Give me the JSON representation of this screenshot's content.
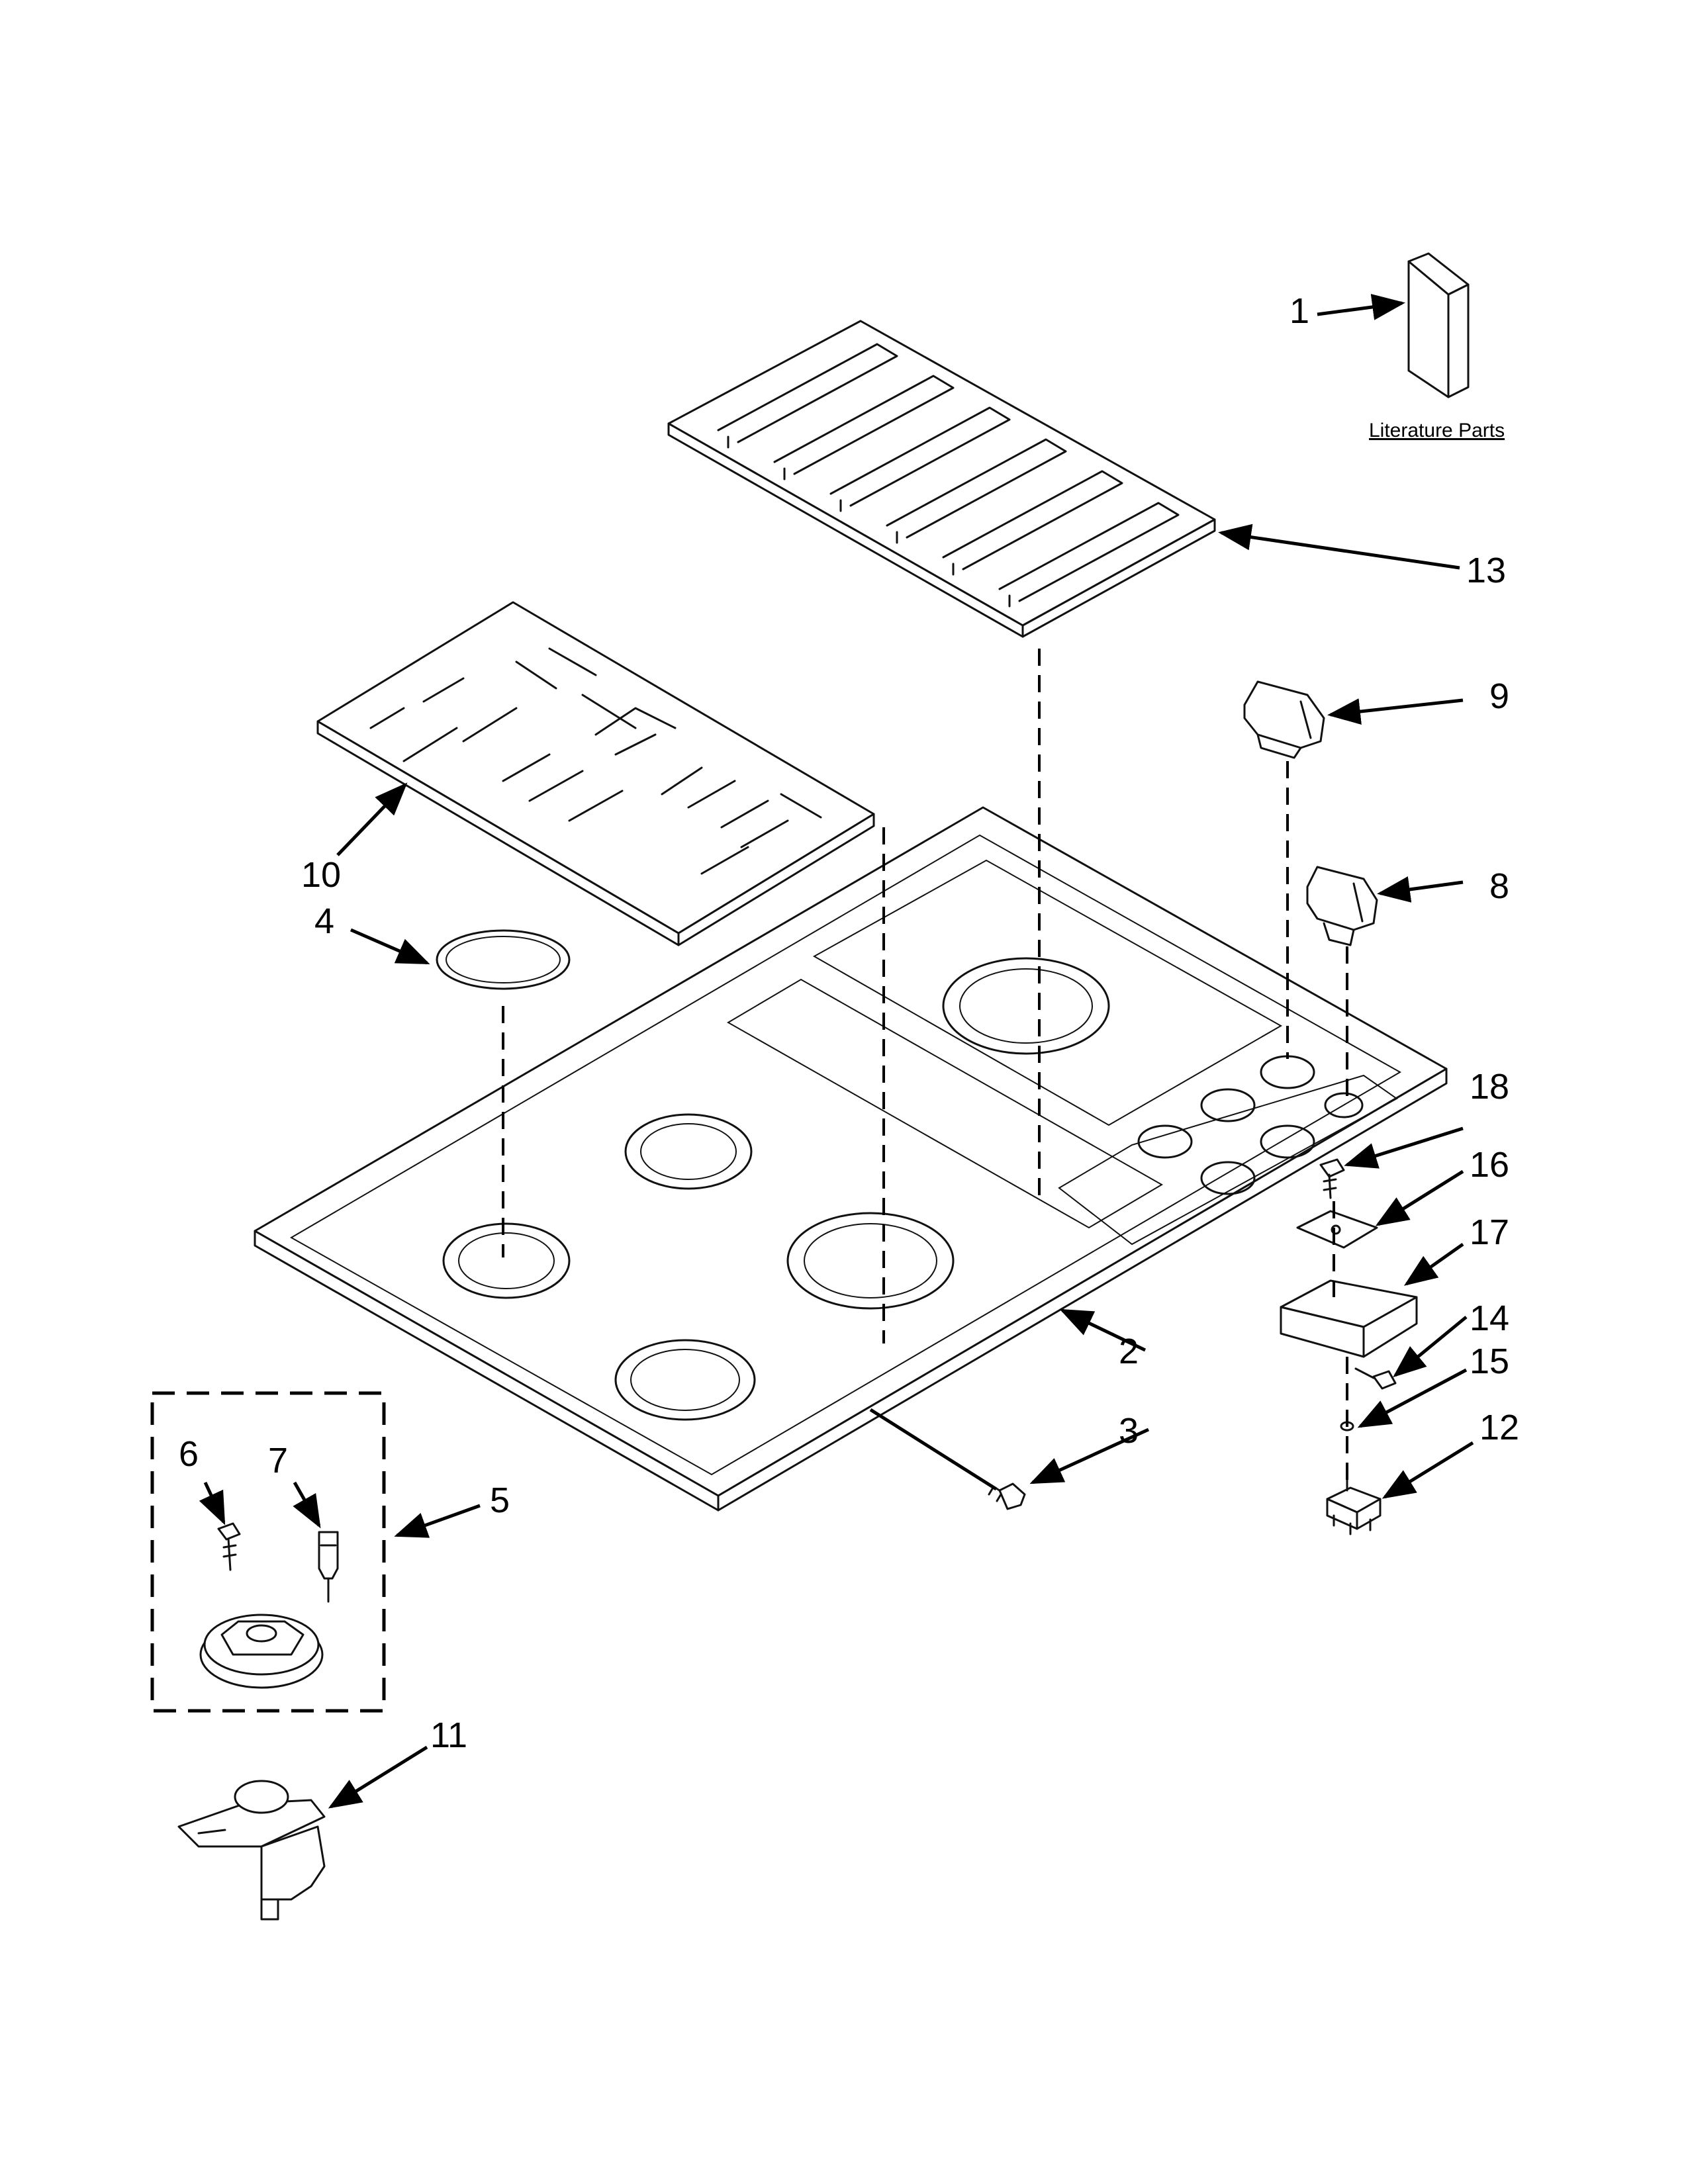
{
  "literature": {
    "caption": "Literature Parts"
  },
  "callouts": [
    {
      "id": "c1",
      "text": "1"
    },
    {
      "id": "c2",
      "text": "2"
    },
    {
      "id": "c3",
      "text": "3"
    },
    {
      "id": "c4",
      "text": "4"
    },
    {
      "id": "c5",
      "text": "5"
    },
    {
      "id": "c6",
      "text": "6"
    },
    {
      "id": "c7",
      "text": "7"
    },
    {
      "id": "c8",
      "text": "8"
    },
    {
      "id": "c9",
      "text": "9"
    },
    {
      "id": "c10",
      "text": "10"
    },
    {
      "id": "c11",
      "text": "11"
    },
    {
      "id": "c12",
      "text": "12"
    },
    {
      "id": "c13",
      "text": "13"
    },
    {
      "id": "c14",
      "text": "14"
    },
    {
      "id": "c15",
      "text": "15"
    },
    {
      "id": "c16",
      "text": "16"
    },
    {
      "id": "c17",
      "text": "17"
    },
    {
      "id": "c18",
      "text": "18"
    }
  ]
}
